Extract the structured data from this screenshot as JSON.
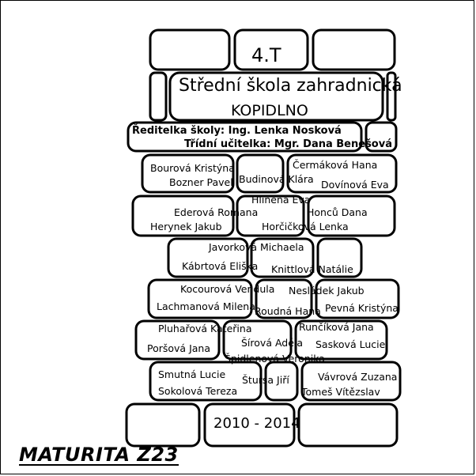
{
  "class_label": "4.T",
  "school_name": "Střední škola zahradnická",
  "town": "KOPIDLNO",
  "principal": "Ředitelka školy: Ing. Lenka Nosková",
  "class_teacher": "Třídní učitelka: Mgr. Dana Benešová",
  "students": [
    "Bourová Kristýna",
    "Čermáková Hana",
    "Budinová Klára",
    "Bozner Pavel",
    "Dovínová Eva",
    "Hliněná Eva",
    "Ederová Romana",
    "Honců Dana",
    "Herynek Jakub",
    "Horčičková Lenka",
    "Javorková Michaela",
    "Kábrtová Eliška",
    "Knittlová Natálie",
    "Kocourová Vendula",
    "Nesládek Jakub",
    "Lachmanová Milena",
    "Roudná Hana",
    "Pevná Kristýna",
    "Pluhařová Kateřina",
    "Runčíková Jana",
    "Šírová Adéla",
    "Poršová Jana",
    "Sasková Lucie",
    "Špidlenová Veronika",
    "Smutná Lucie",
    "Vávrová Zuzana",
    "Štursa Jiří",
    "Sokolová Tereza",
    "Tomeš Vítězslav"
  ],
  "years": "2010 - 2014",
  "footer": "MATURITA Z23",
  "colors": {
    "ink": "#000000",
    "background": "#ffffff"
  }
}
